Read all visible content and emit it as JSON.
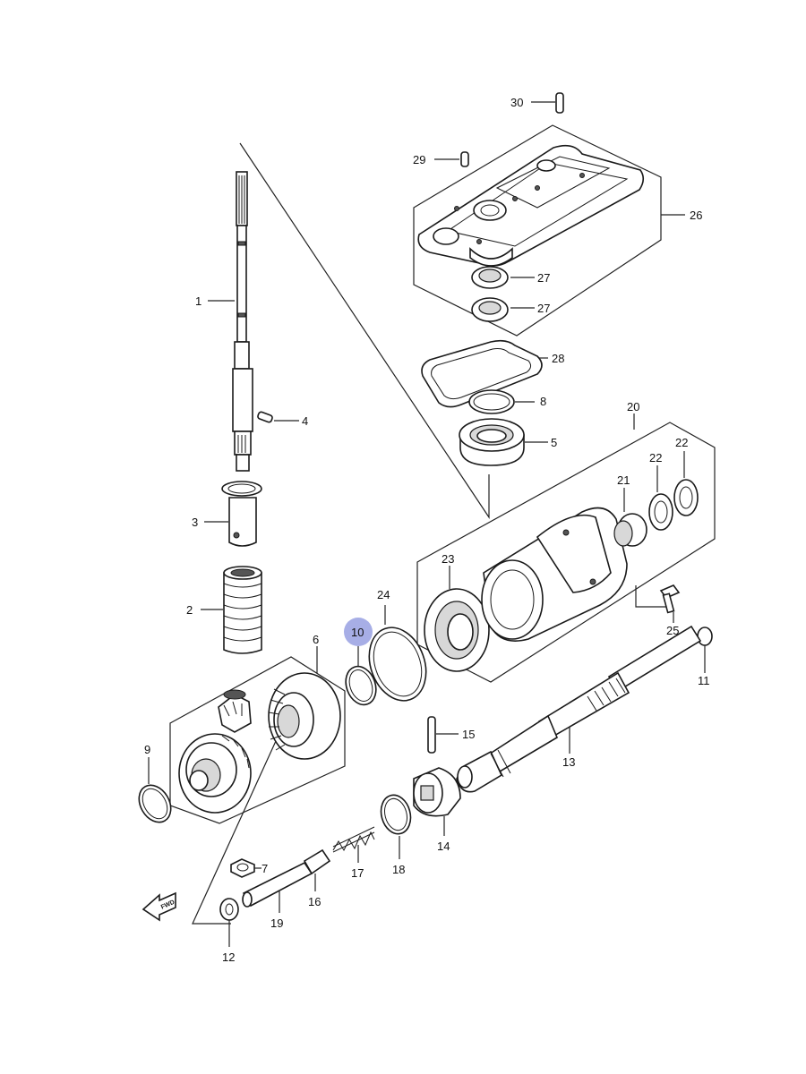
{
  "highlight_color": "#a7aee6",
  "labels": {
    "p1": "1",
    "p2": "2",
    "p3": "3",
    "p4": "4",
    "p5": "5",
    "p6": "6",
    "p7": "7",
    "p8": "8",
    "p9": "9",
    "p10": "10",
    "p11": "11",
    "p12": "12",
    "p13": "13",
    "p14": "14",
    "p15": "15",
    "p16": "16",
    "p17": "17",
    "p18": "18",
    "p19": "19",
    "p20": "20",
    "p21": "21",
    "p22a": "22",
    "p22b": "22",
    "p23": "23",
    "p24": "24",
    "p25": "25",
    "p26": "26",
    "p27a": "27",
    "p27b": "27",
    "p28": "28",
    "p29": "29",
    "p30": "30"
  },
  "fwd_label": "FWD"
}
